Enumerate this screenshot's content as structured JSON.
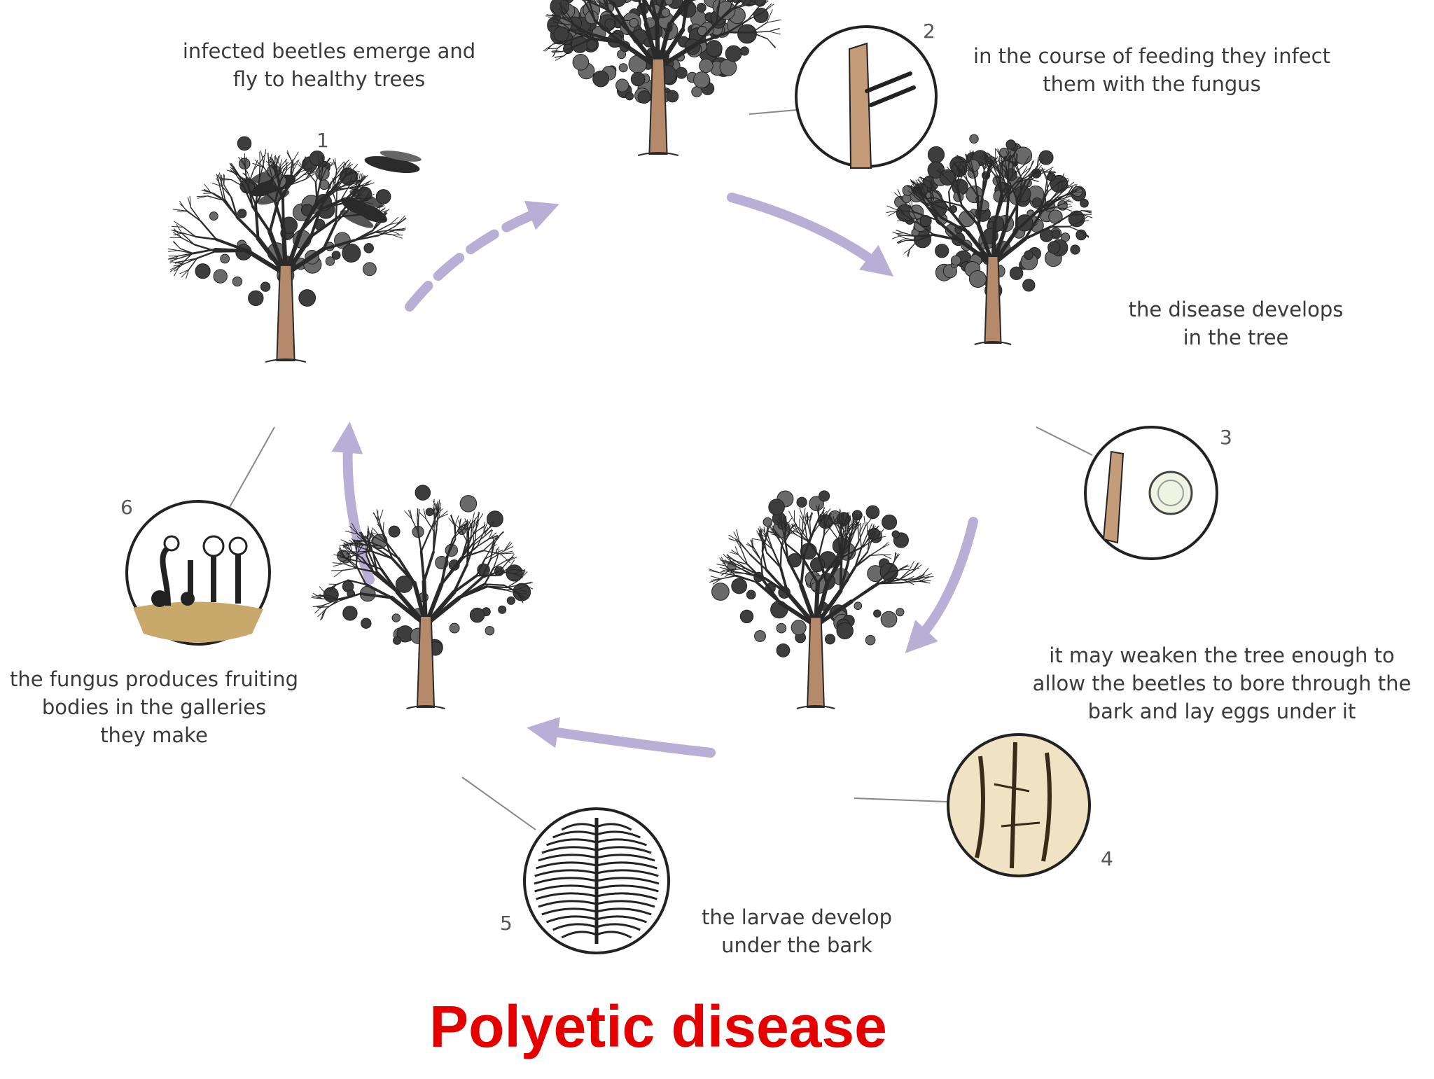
{
  "caption": {
    "text": "Polyetic disease",
    "color": "#e50000"
  },
  "colors": {
    "arrow": "#b9aed6",
    "arrow_dark": "#9d8fc9",
    "trunk": "#b48a6a",
    "ink": "#2a2a2a",
    "lens_fill": "#efe3c4"
  },
  "stages": [
    {
      "number": "1",
      "text": "infected beetles emerge and\nfly to healthy trees"
    },
    {
      "number": "2",
      "text": "in the course of feeding they infect\nthem with the fungus"
    },
    {
      "number": "3",
      "text": "the disease develops\nin the tree"
    },
    {
      "number": "4",
      "text": "it may weaken the tree enough to\nallow the beetles to bore through the\nbark and lay eggs under it"
    },
    {
      "number": "5",
      "text": "the larvae develop\nunder the bark"
    },
    {
      "number": "6",
      "text": "the fungus produces fruiting\nbodies in the galleries\nthey make"
    }
  ]
}
